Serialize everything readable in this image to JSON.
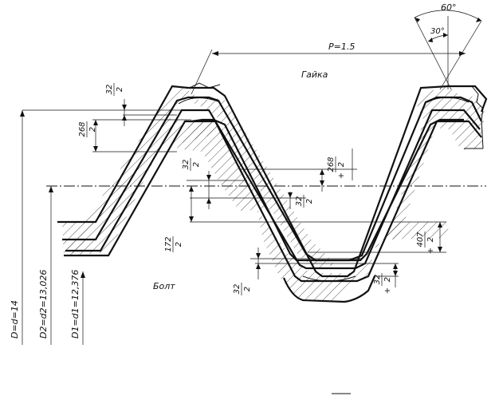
{
  "angles": {
    "full": "60°",
    "half": "30°"
  },
  "pitch": "P=1.5",
  "parts": {
    "nut": "Гайка",
    "bolt": "Болт"
  },
  "dims": {
    "d32_top": {
      "num": "32",
      "den": "2",
      "sign": ""
    },
    "d268_left": {
      "num": "268",
      "den": "2",
      "sign": ""
    },
    "d32_mid": {
      "num": "32",
      "den": "2",
      "sign": ""
    },
    "d268_right": {
      "num": "268",
      "den": "2",
      "sign": "+"
    },
    "d32_center": {
      "num": "32",
      "den": "2",
      "sign": ""
    },
    "d172": {
      "num": "172",
      "den": "2",
      "sign": ""
    },
    "d407": {
      "num": "407",
      "den": "2",
      "sign": "+"
    },
    "d32_bottom_left": {
      "num": "32",
      "den": "2",
      "sign": ""
    },
    "d32_bottom_right": {
      "num": "32",
      "den": "2",
      "sign": "+"
    }
  },
  "diameters": {
    "major": "D=d=14",
    "pitch": "D2=d2=13,026",
    "minor": "D1=d1=12,376"
  }
}
